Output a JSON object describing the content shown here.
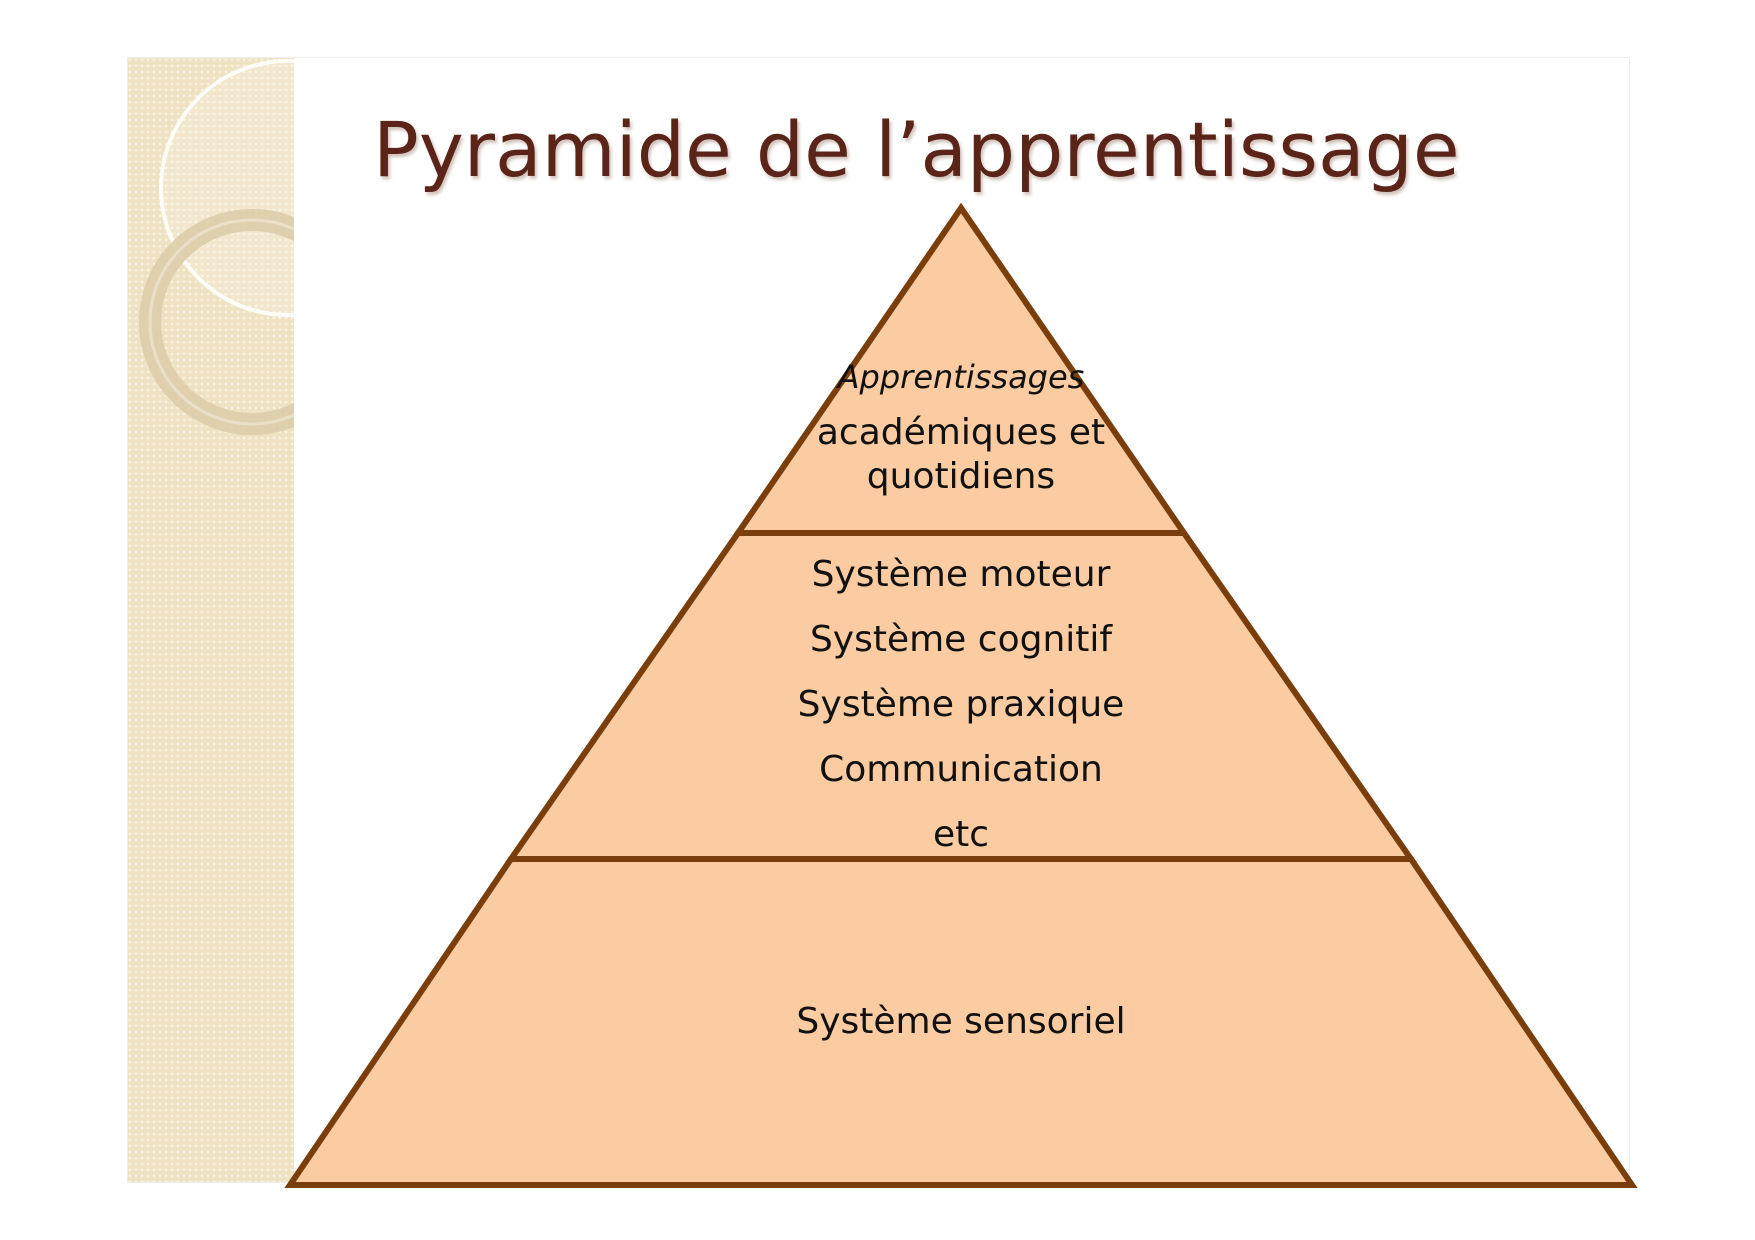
{
  "slide": {
    "title": "Pyramide de l’apprentissage"
  },
  "pyramid": {
    "fill_color": "#fbcba1",
    "stroke_color": "#7a3d0c",
    "tiers": [
      {
        "lines": [
          "Apprentissages",
          "académiques et",
          "quotidiens"
        ]
      },
      {
        "lines": [
          "Système moteur",
          "Système cognitif",
          "Système praxique",
          "Communication",
          "etc"
        ]
      },
      {
        "lines": [
          "Système sensoriel"
        ]
      }
    ]
  },
  "theme": {
    "title_color": "#5a2418",
    "strip_color": "#efe2c3"
  }
}
